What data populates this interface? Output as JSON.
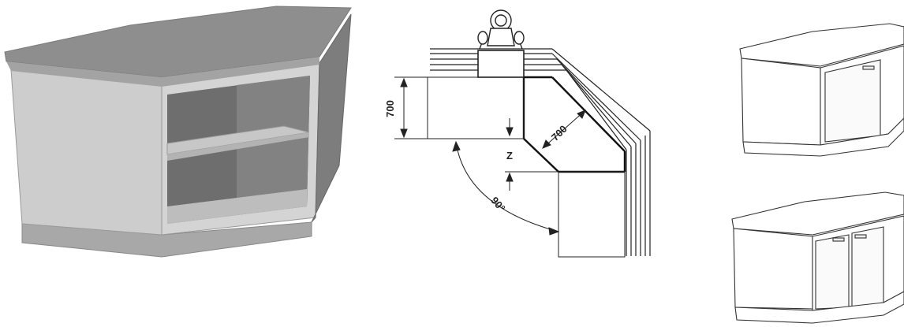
{
  "plan": {
    "dim_left": "700",
    "dim_diagonal": "700",
    "dim_z": "Z",
    "dim_angle": "90°"
  },
  "colors": {
    "cabinet_top": "#8e8e8e",
    "cabinet_front": "#c9c9c9",
    "cabinet_side": "#7d7d7d",
    "cabinet_interior": "#6e6e6e",
    "line": "#222222"
  },
  "icons": [
    "operator-icon"
  ]
}
